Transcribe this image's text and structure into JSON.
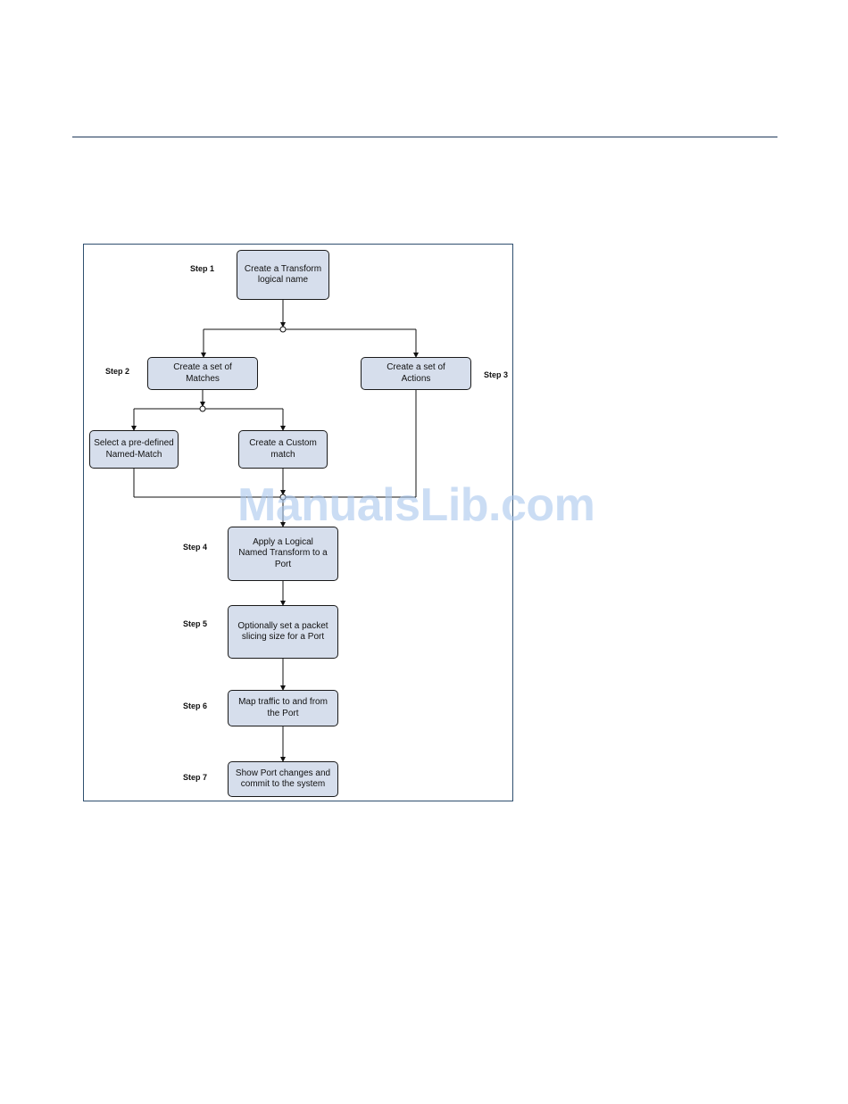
{
  "diagram": {
    "boxes": {
      "transform_name": "Create a Transform\nlogical name",
      "matches": "Create a set of\nMatches",
      "actions": "Create a set of\nActions",
      "predefined_match": "Select a pre-defined\nNamed-Match",
      "custom_match": "Create a Custom\nmatch",
      "apply_transform": "Apply a Logical\nNamed Transform to a\nPort",
      "slicing": "Optionally set a packet\nslicing size for a Port",
      "map_traffic": "Map traffic to and from\nthe Port",
      "commit": "Show Port changes and\ncommit to the system"
    },
    "steps": {
      "step1": "Step 1",
      "step2": "Step 2",
      "step3": "Step 3",
      "step4": "Step 4",
      "step5": "Step 5",
      "step6": "Step 6",
      "step7": "Step 7"
    }
  },
  "watermark": "ManualsLib.com",
  "colors": {
    "box_fill": "#d6deec",
    "watermark": "#a9c7ee",
    "frame": "#2f4f6f"
  }
}
